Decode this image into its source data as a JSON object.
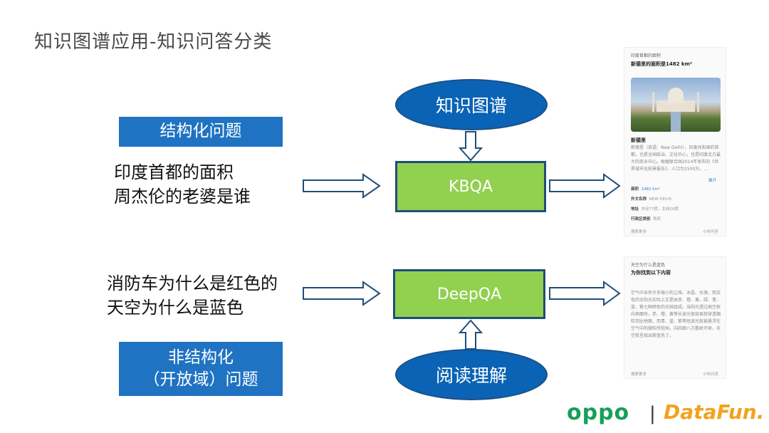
{
  "title": "知识图谱应用-知识问答分类",
  "labels": {
    "structured": "结构化问题",
    "unstructured_line1": "非结构化",
    "unstructured_line2": "（开放域）问题"
  },
  "questions": {
    "structured": [
      "印度首都的面积",
      "周杰伦的老婆是谁"
    ],
    "unstructured": [
      "消防车为什么是红色的",
      "天空为什么是蓝色"
    ]
  },
  "nodes": {
    "knowledge_graph": "知识图谱",
    "kbqa": "KBQA",
    "deepqa": "DeepQA",
    "reading_comprehension": "阅读理解"
  },
  "card_kbqa": {
    "query": "印度首都的面积",
    "answer": "新德里的面积是1482 km²",
    "entity": "新德里",
    "desc": "新德里（英语：New Delhi），印度共和国的首都，也是全国政治、文化中心，也是印度北方最大的商业中心。根据联合国2014年发布的《世界城市化前景报告》，人口为2500万。...",
    "expand": "展开",
    "rows": [
      {
        "k": "面积",
        "v": "1482 km²"
      },
      {
        "k": "外文名称",
        "v": "NEW DELHI"
      },
      {
        "k": "地址",
        "v": "东经77度，北纬28度"
      },
      {
        "k": "行政区类别",
        "v": "首府"
      }
    ],
    "footer_left": "搜索更多",
    "footer_right": "小布问答"
  },
  "card_deepqa": {
    "query": "天空为什么是蓝色",
    "answer": "为你找到以下内容",
    "body": "空气中含有许多微小的尘埃、冰晶、水滴，而白色的太阳光实际上又是由赤、橙、黄、绿、青、蓝、紫七种颜色的光线组成。当阳光透过高空射向地面时，赤、橙、黄等长波光很容易就穿透烟粒到达地面，而青、蓝、紫等短波光就被悬浮在空气中的微粒所阻挡，向四面八方散射开来，天空就呈现出蔚蓝色了。",
    "footer_left": "搜索更多",
    "footer_right": "小布问答"
  },
  "logos": {
    "oppo": "oppo",
    "separator": "|",
    "datafun": "DataFun."
  },
  "colors": {
    "label_blue": "#1f73c2",
    "ellipse_blue": "#0a63b5",
    "box_green": "#92d050",
    "box_border": "#1f4e79",
    "oppo_green": "#15a05a",
    "datafun_orange": "#f4a21e"
  }
}
